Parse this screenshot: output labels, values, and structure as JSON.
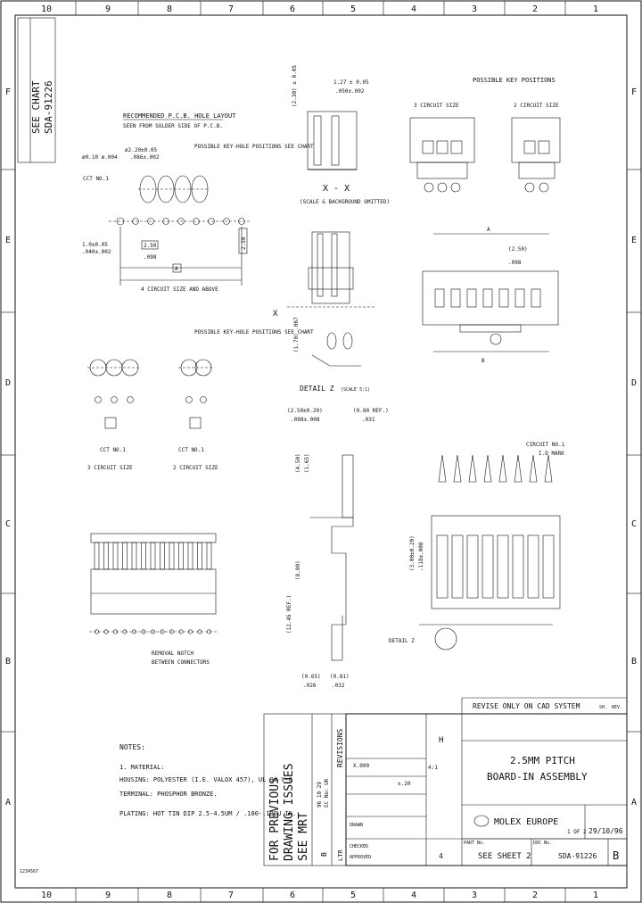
{
  "frame": {
    "columns_top": [
      "10",
      "9",
      "8",
      "7",
      "6",
      "5",
      "4",
      "3",
      "2",
      "1"
    ],
    "columns_bottom": [
      "10",
      "9",
      "8",
      "7",
      "6",
      "5",
      "4",
      "3",
      "2",
      "1"
    ],
    "rows_left": [
      "F",
      "E",
      "D",
      "C",
      "B",
      "A"
    ],
    "rows_right": [
      "F",
      "E",
      "D",
      "C",
      "B",
      "A"
    ]
  },
  "side_stamp": {
    "line1": "SEE CHART",
    "line2": "SDA-91226"
  },
  "pcb_layout": {
    "title": "RECOMMENDED P.C.B. HOLE LAYOUT",
    "subtitle": "SEEN FROM SOLDER SIDE OF P.C.B.",
    "note_keyhole": "POSSIBLE KEY-HOLE POSITIONS SEE CHART",
    "hole_dim": "ø2.20±0.05",
    "hole_dim_in": ".086±.002",
    "tol": "ø0.10 ø.004",
    "cct_no": "CCT NO.1",
    "pitch": "2.50",
    "pitch_in": ".098",
    "dia2": "1.0±0.05",
    "dia2_in": ".040±.002",
    "dim_side": "2.50",
    "footer": "4 CIRCUIT SIZE AND ABOVE",
    "label_a": "A"
  },
  "possible_keyhole": {
    "note": "POSSIBLE KEY-HOLE POSITIONS SEE CHART",
    "cct_a": "CCT NO.1",
    "cct_b": "CCT NO.1",
    "size_a": "3 CIRCUIT SIZE",
    "size_b": "2 CIRCUIT SIZE"
  },
  "section_xx": {
    "title": "X - X",
    "subtitle": "(SCALE & BACKGROUND OMITTED)",
    "dim_a": "1.27 ± 0.05",
    "dim_b": ".050±.002",
    "dim_c": "(2.30) ± 0.05"
  },
  "detail_z": {
    "title": "DETAIL Z",
    "scale": "(SCALE 5:1)",
    "mark_x": "X",
    "dim": "(1.70) .067"
  },
  "key_positions": {
    "title": "POSSIBLE KEY POSITIONS",
    "size3": "3 CIRCUIT SIZE",
    "size2": "2 CIRCUIT SIZE"
  },
  "top_view": {
    "dim_a": "A",
    "dim_b": "(2.50)",
    "dim_b_in": ".098",
    "dim_b2": "B"
  },
  "side_view": {
    "dim_top": "(2.50±0.20)",
    "dim_top_in": ".098±.008",
    "ref": "(0.80 REF.)",
    "ref_in": ".031",
    "dim_h1": "(4.50)",
    "dim_h2": "(1.65)",
    "dim_h3": "(8.00)",
    "dim_h4": "(12.45 REF.)",
    "dim_b1": "(0.65)",
    "dim_b1_in": ".026",
    "dim_b2": "(0.81)",
    "dim_b2_in": ".032"
  },
  "front_view": {
    "circuit_note": "CIRCUIT NO.1",
    "id_mark": "I.D MARK",
    "dim": "(3.00±0.20)",
    "dim_in": ".118±.008",
    "detail_label": "DETAIL Z"
  },
  "strip": {
    "note_a": "REMOVAL NOTCH",
    "note_b": "BETWEEN CONNECTORS"
  },
  "notes": {
    "heading": "NOTES:",
    "items": [
      "1. MATERIAL:",
      "HOUSING: POLYESTER (I.E. VALOX 457), UL 94 V-0",
      "TERMINAL: PHOSPHOR BRONZE.",
      "PLATING: HOT TIN DIP 2.5-4.5UM / .100-.180U IN."
    ]
  },
  "stamp": {
    "line1": "FOR PREVIOUS",
    "line2": "DRAWING ISSUES",
    "line3": "SEE MRT"
  },
  "revisions": {
    "title": "REVISIONS",
    "rev": "B",
    "ecn": "EC No: UK",
    "date": "96 10 29",
    "by": "LTR"
  },
  "title_block": {
    "cad_note": "REVISE ONLY ON CAD SYSTEM",
    "sh": "SH.",
    "rev_label": "REV.",
    "title_line1": "2.5MM PITCH",
    "title_line2": "BOARD-IN ASSEMBLY",
    "company": "MOLEX EUROPE",
    "sheet": "1 OF 2",
    "date": "29/10/96",
    "part_no_label": "PART No.",
    "part_no": "SEE SHEET 2",
    "doc_no_label": "DOC No.",
    "doc_no": "SDA-91226",
    "rev_value": "B",
    "size": "4",
    "scale": "4:1",
    "tol_decimal": "X.000",
    "tol_0": "±.20",
    "material": "H",
    "drawn": "DRAWN",
    "checked": "CHECKED",
    "approved": "APPROVED"
  },
  "footer_left": "1234567"
}
